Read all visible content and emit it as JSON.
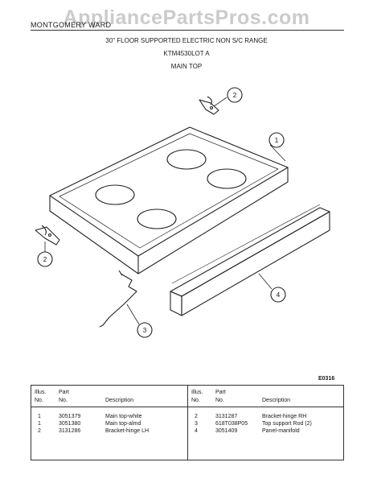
{
  "header": {
    "brand": "MONTGOMERY WARD",
    "watermark": "AppliancePartsPros.com",
    "title": "30\" FLOOR SUPPORTED ELECTRIC NON S/C RANGE",
    "model": "KTM4530LOT A",
    "section": "MAIN TOP"
  },
  "diagram": {
    "callouts": [
      "1",
      "2",
      "2",
      "3",
      "4"
    ]
  },
  "diagram_code": "E0316",
  "parts_table": {
    "headers": {
      "illus": "Illus.",
      "no": "No.",
      "part": "Part",
      "part_no": "No.",
      "description": "Description"
    },
    "left": [
      {
        "illus": "1",
        "part": "3051379",
        "desc": "Main top-white"
      },
      {
        "illus": "1",
        "part": "3051380",
        "desc": "Main top-almd"
      },
      {
        "illus": "2",
        "part": "3131286",
        "desc": "Bracket-hinge LH"
      }
    ],
    "right": [
      {
        "illus": "2",
        "part": "3131287",
        "desc": "Bracket-hinge RH"
      },
      {
        "illus": "3",
        "part": "618T038P05",
        "desc": "Top support Rod (2)"
      },
      {
        "illus": "4",
        "part": "3051409",
        "desc": "Panel-manifold"
      }
    ]
  }
}
